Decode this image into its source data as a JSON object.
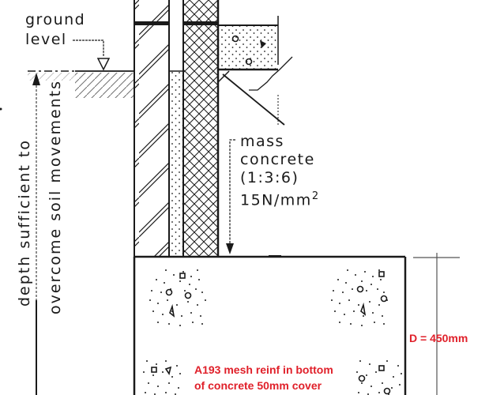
{
  "diagram": {
    "type": "foundation-section",
    "labels": {
      "ground_level_line1": "ground",
      "ground_level_line2": "level",
      "depth_line1": "depth sufficient to",
      "depth_line2": "overcome soil movements",
      "mass_concrete": {
        "line1": "mass",
        "line2": "concrete",
        "line3": "(1:3:6)",
        "line4": "15N/mm",
        "superscript": "2"
      },
      "depth_dimension": "D = 450mm",
      "reinforcement_line1": "A193 mesh reinf in bottom",
      "reinforcement_line2": "of concrete 50mm cover"
    },
    "colors": {
      "line": "#1a1a1a",
      "annotation_red": "#e0202a",
      "background": "#ffffff",
      "dimension_line": "#555555"
    },
    "components": [
      "outer-brick-leaf",
      "cavity",
      "inner-block-leaf",
      "damp-proof-course",
      "floor-slab",
      "ground-level-marker",
      "mass-concrete-foundation",
      "depth-dimension-arrow",
      "foundation-depth-dimension"
    ]
  }
}
